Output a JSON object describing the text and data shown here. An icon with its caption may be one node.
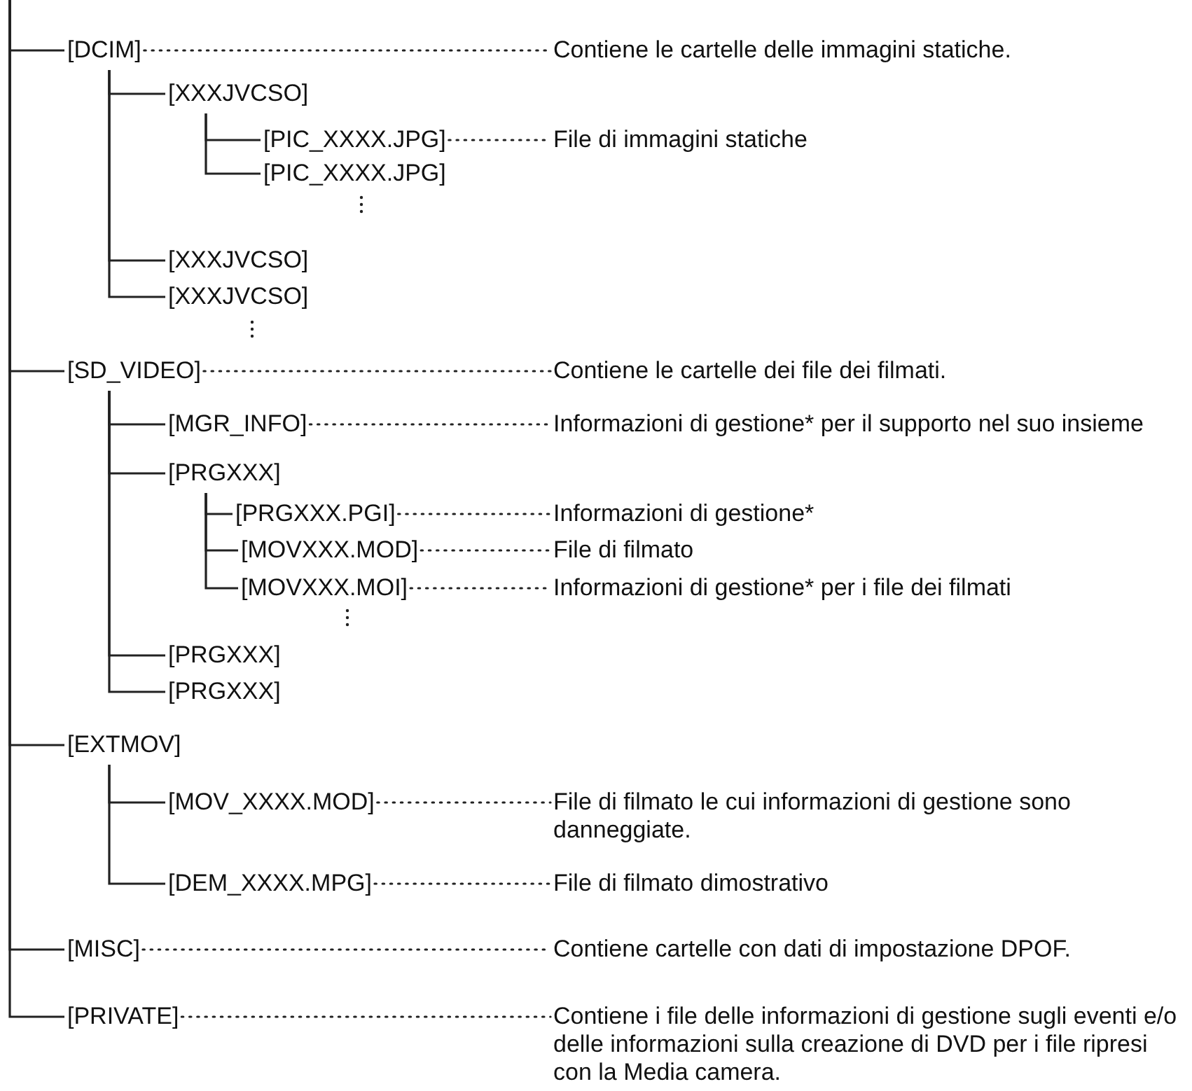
{
  "diagram": {
    "nodes": [
      {
        "text": [
          "[DCIM]"
        ]
      },
      {
        "text": [
          "Contiene le cartelle delle immagini statiche."
        ]
      },
      {
        "text": [
          "[XXXJVCSO]"
        ]
      },
      {
        "text": [
          "[PIC_XXXX.JPG]"
        ]
      },
      {
        "text": [
          "File di immagini statiche"
        ]
      },
      {
        "text": [
          "[PIC_XXXX.JPG]"
        ]
      },
      {
        "text": [
          "[XXXJVCSO]"
        ]
      },
      {
        "text": [
          "[XXXJVCSO]"
        ]
      },
      {
        "text": [
          "[SD_VIDEO]"
        ]
      },
      {
        "text": [
          "Contiene le cartelle dei file dei filmati."
        ]
      },
      {
        "text": [
          "[MGR_INFO]"
        ]
      },
      {
        "text": [
          "Informazioni di gestione* per il supporto nel suo insieme"
        ]
      },
      {
        "text": [
          "[PRGXXX]"
        ]
      },
      {
        "text": [
          "[PRGXXX.PGI]"
        ]
      },
      {
        "text": [
          "Informazioni di gestione*"
        ]
      },
      {
        "text": [
          "[MOVXXX.MOD]"
        ]
      },
      {
        "text": [
          "File di filmato"
        ]
      },
      {
        "text": [
          "[MOVXXX.MOI]"
        ]
      },
      {
        "text": [
          "Informazioni di gestione* per i file dei filmati"
        ]
      },
      {
        "text": [
          "[PRGXXX]"
        ]
      },
      {
        "text": [
          "[PRGXXX]"
        ]
      },
      {
        "text": [
          "[EXTMOV]"
        ]
      },
      {
        "text": [
          "[MOV_XXXX.MOD]"
        ]
      },
      {
        "text": [
          "File di filmato le cui informazioni di gestione sono danneggiate."
        ]
      },
      {
        "text": [
          "[DEM_XXXX.MPG]"
        ]
      },
      {
        "text": [
          "File di filmato dimostrativo"
        ]
      },
      {
        "text": [
          "[MISC]"
        ]
      },
      {
        "text": [
          "Contiene cartelle con dati di impostazione DPOF."
        ]
      },
      {
        "text": [
          "[PRIVATE]"
        ]
      },
      {
        "text": [
          "Contiene i file delle informazioni di gestione sugli eventi e/o delle informazioni sulla creazione di DVD per i file ripresi con la Media camera."
        ]
      }
    ],
    "edges": [
      {
        "from": null,
        "to": 0,
        "arrow": "none"
      },
      {
        "from": 0,
        "to": 1,
        "arrow": "none",
        "style": "dashed"
      },
      {
        "from": 0,
        "to": 2,
        "arrow": "none"
      },
      {
        "from": 2,
        "to": 3,
        "arrow": "none"
      },
      {
        "from": 3,
        "to": 4,
        "arrow": "none",
        "style": "dashed"
      },
      {
        "from": 2,
        "to": 5,
        "arrow": "none"
      },
      {
        "from": 0,
        "to": 6,
        "arrow": "none"
      },
      {
        "from": 0,
        "to": 7,
        "arrow": "none"
      },
      {
        "from": null,
        "to": 8,
        "arrow": "none"
      },
      {
        "from": 8,
        "to": 9,
        "arrow": "none",
        "style": "dashed"
      },
      {
        "from": 8,
        "to": 10,
        "arrow": "none"
      },
      {
        "from": 10,
        "to": 11,
        "arrow": "none",
        "style": "dashed"
      },
      {
        "from": 8,
        "to": 12,
        "arrow": "none"
      },
      {
        "from": 12,
        "to": 13,
        "arrow": "none"
      },
      {
        "from": 13,
        "to": 14,
        "arrow": "none",
        "style": "dashed"
      },
      {
        "from": 12,
        "to": 15,
        "arrow": "none"
      },
      {
        "from": 15,
        "to": 16,
        "arrow": "none",
        "style": "dashed"
      },
      {
        "from": 12,
        "to": 17,
        "arrow": "none"
      },
      {
        "from": 17,
        "to": 18,
        "arrow": "none",
        "style": "dashed"
      },
      {
        "from": 8,
        "to": 19,
        "arrow": "none"
      },
      {
        "from": 8,
        "to": 20,
        "arrow": "none"
      },
      {
        "from": null,
        "to": 21,
        "arrow": "none"
      },
      {
        "from": 21,
        "to": 22,
        "arrow": "none"
      },
      {
        "from": 22,
        "to": 23,
        "arrow": "none",
        "style": "dashed"
      },
      {
        "from": 21,
        "to": 24,
        "arrow": "none"
      },
      {
        "from": 24,
        "to": 25,
        "arrow": "none",
        "style": "dashed"
      },
      {
        "from": null,
        "to": 26,
        "arrow": "none"
      },
      {
        "from": 26,
        "to": 27,
        "arrow": "none",
        "style": "dashed"
      },
      {
        "from": null,
        "to": 28,
        "arrow": "none"
      },
      {
        "from": 28,
        "to": 29,
        "arrow": "none",
        "style": "dashed"
      }
    ]
  }
}
